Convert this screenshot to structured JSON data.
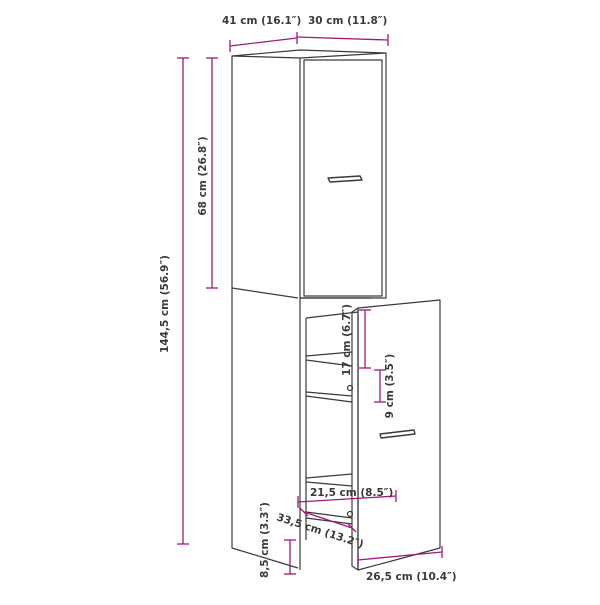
{
  "diagram": {
    "dimensions": {
      "depth": "41 cm (16.1″)",
      "width": "30 cm (11.8″)",
      "total_height": "144,5 cm (56.9″)",
      "upper_height": "68 cm (26.8″)",
      "shelf_spacing": "17 cm (6.7″)",
      "rail_spacing": "9 cm (3.5″)",
      "inner_width": "21,5 cm (8.5″)",
      "inner_depth": "33,5 cm (13.2″)",
      "base_height": "8,5 cm (3.3″)",
      "door_width": "26,5 cm (10.4″)"
    },
    "colors": {
      "dimension_line": "#a0197a",
      "outline": "#3a3a3a",
      "text": "#3a3a3a"
    }
  }
}
